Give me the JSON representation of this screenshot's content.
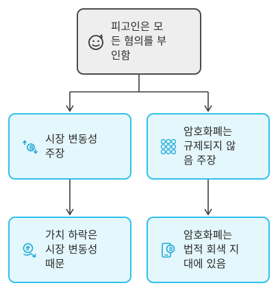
{
  "nodes": {
    "root": {
      "text": "피고인은 모\n든 혐의를 부\n인함",
      "icon": "sweating-face-icon"
    },
    "a": {
      "text": "시장 변동성\n주장",
      "icon": "coin-arrows-icon"
    },
    "b": {
      "text": "암호화폐는\n규제되지 않\n음 주장",
      "icon": "coin-grid-icon"
    },
    "c": {
      "text": "가치 하락은\n시장 변동성\n때문",
      "icon": "coin-down-trend-icon"
    },
    "d": {
      "text": "암호화폐는\n법적 회색 지\n대에 있음",
      "icon": "phone-bitcoin-icon"
    }
  },
  "colors": {
    "root_border": "#4a4a4a",
    "root_fill": "#eeeeee",
    "node_border": "#2fc1ea",
    "node_fill": "#e4f7fc",
    "icon": "#1aa7d4",
    "connector": "#3a3a3a"
  }
}
